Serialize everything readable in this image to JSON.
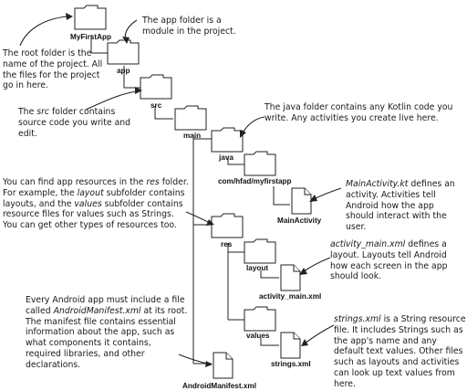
{
  "folders": {
    "root": "MyFirstApp",
    "app": "app",
    "src": "src",
    "main": "main",
    "java": "java",
    "package": "com/hfad/myfirstapp",
    "main_activity": "MainActivity",
    "res": "res",
    "layout": "layout",
    "activity_main": "activity_main.xml",
    "values": "values",
    "strings": "strings.xml",
    "manifest": "AndroidManifest.xml"
  },
  "notes": {
    "root_folder": {
      "text": "The root folder is the name of the project. All the files for the project go in here."
    },
    "app_folder": {
      "text": "The app folder is a module in the project."
    },
    "src_folder": {
      "pre": "The ",
      "em": "src",
      "post": " folder contains source code you write and edit."
    },
    "java_folder": {
      "text": "The java folder contains any Kotlin code you write. Any activities you create live here."
    },
    "main_activity": {
      "em": "MainActivity.kt",
      "post": " defines an activity. Activities tell Android how the app should interact with the user."
    },
    "res_folder": {
      "p1": "You can find app resources in the ",
      "e1": "res",
      "p2": " folder. For example, the ",
      "e2": "layout",
      "p3": " subfolder contains layouts, and the ",
      "e3": "values",
      "p4": " subfolder contains resource files for values such as Strings. You can get other types of resources too."
    },
    "activity_main": {
      "em": "activity_main.xml",
      "post": " defines a layout. Layouts tell Android how each screen in the app should look."
    },
    "manifest": {
      "pre": "Every Android app must include a file called ",
      "em": "AndroidManifest.xml",
      "post": " at its root. The manifest file contains essential information about the app, such as what components it contains, required libraries, and other declarations."
    },
    "strings": {
      "em": "strings.xml",
      "post": " is a String resource file. It includes Strings such as the app's name and any default text values. Other files such as layouts and activities can look up text values from here."
    }
  }
}
